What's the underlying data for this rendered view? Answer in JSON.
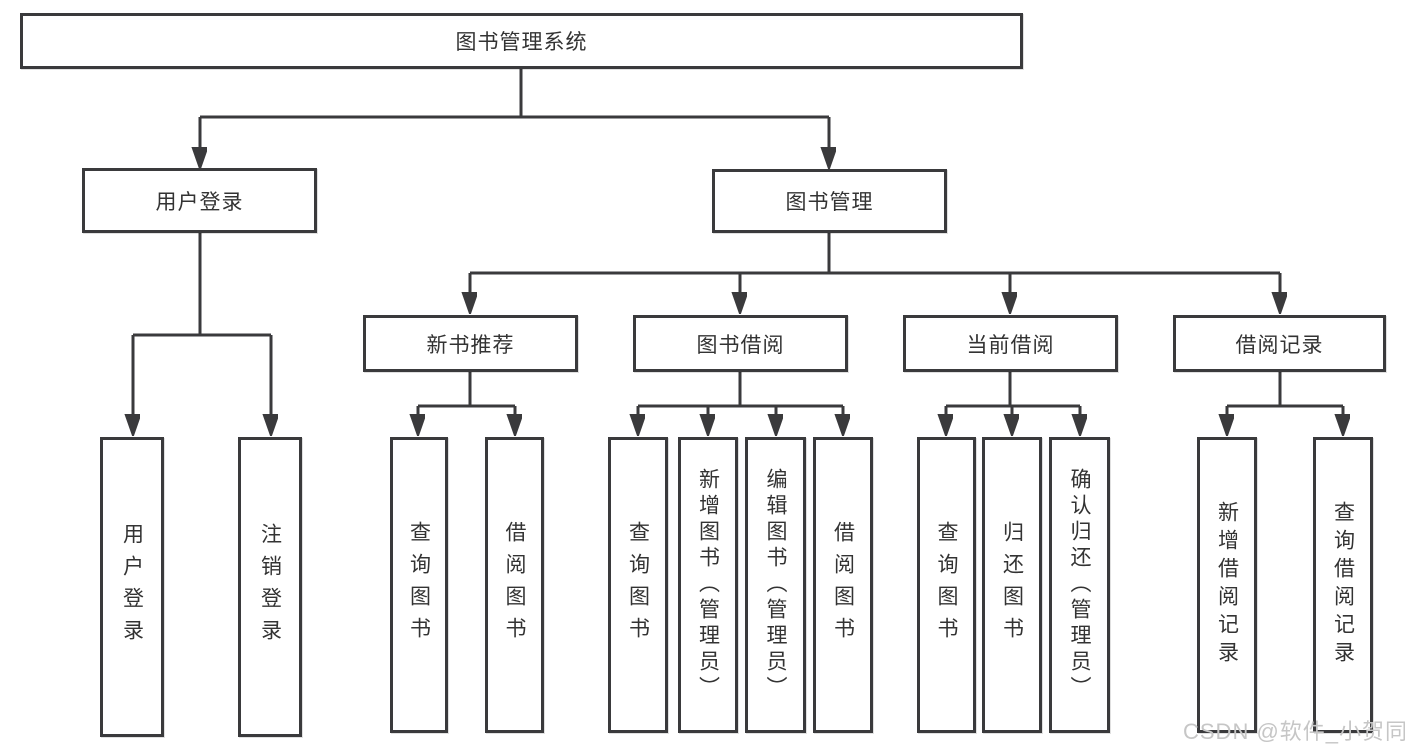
{
  "tree": {
    "root": {
      "label": "图书管理系统"
    },
    "branches": [
      {
        "label": "用户登录",
        "children": [
          {
            "label": "用户登录"
          },
          {
            "label": "注销登录"
          }
        ]
      },
      {
        "label": "图书管理",
        "children": [
          {
            "label": "新书推荐",
            "children": [
              {
                "label": "查询图书"
              },
              {
                "label": "借阅图书"
              }
            ]
          },
          {
            "label": "图书借阅",
            "children": [
              {
                "label": "查询图书"
              },
              {
                "label": "新增图书（管理员）"
              },
              {
                "label": "编辑图书（管理员）"
              },
              {
                "label": "借阅图书"
              }
            ]
          },
          {
            "label": "当前借阅",
            "children": [
              {
                "label": "查询图书"
              },
              {
                "label": "归还图书"
              },
              {
                "label": "确认归还（管理员）"
              }
            ]
          },
          {
            "label": "借阅记录",
            "children": [
              {
                "label": "新增借阅记录"
              },
              {
                "label": "查询借阅记录"
              }
            ]
          }
        ]
      }
    ]
  },
  "watermark": {
    "text": "CSDN @软件_小贺同学"
  },
  "colors": {
    "line": "#3a3a3c",
    "text": "#333333",
    "box_bg": "#ffffff",
    "background": "#ffffff",
    "watermark": "#c6c6c6"
  }
}
